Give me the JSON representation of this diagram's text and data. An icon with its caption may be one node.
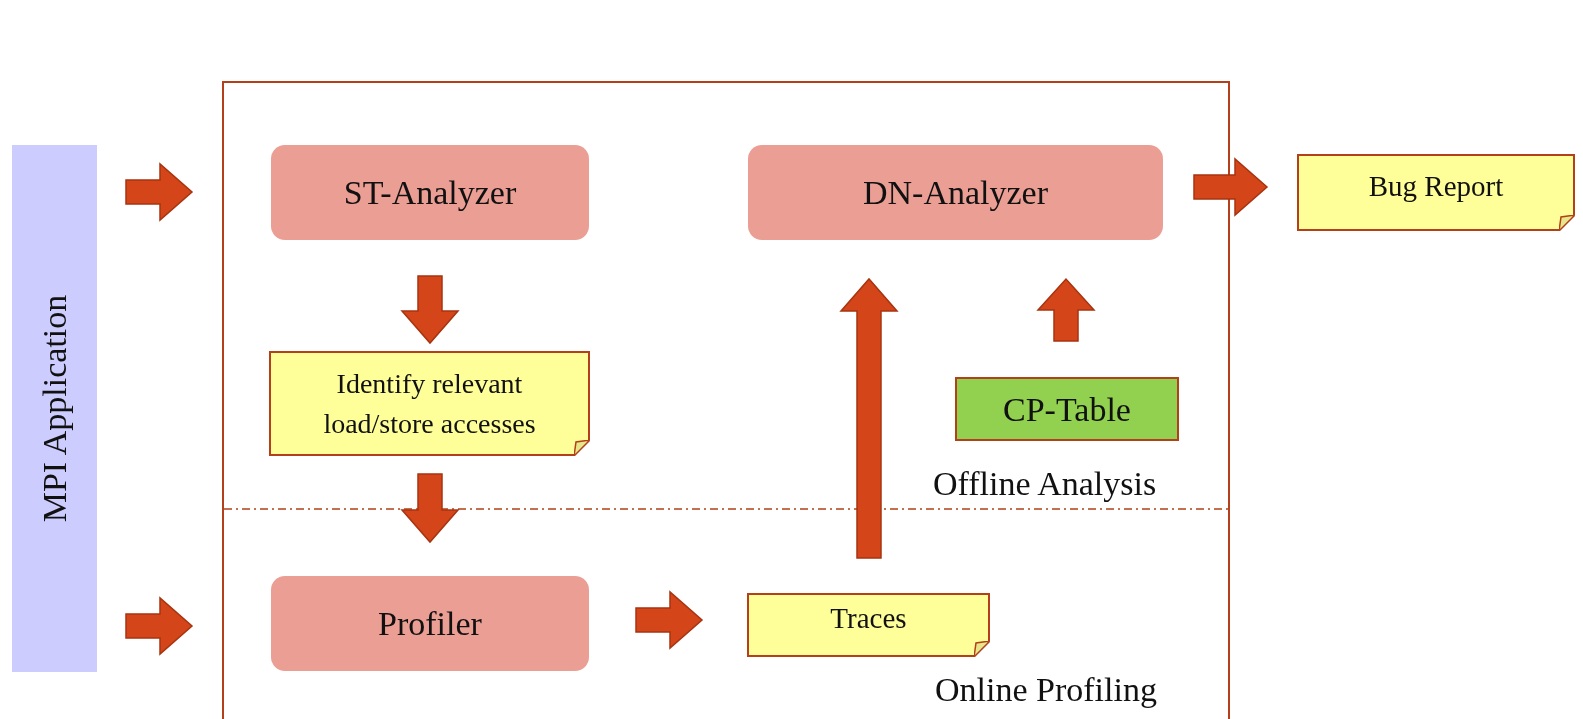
{
  "diagram": {
    "nodes": [
      {
        "text": [
          "MPI Application"
        ]
      },
      {
        "text": [],
        "shape": "box"
      },
      {
        "text": [
          "ST-Analyzer"
        ],
        "in": 1
      },
      {
        "text": [
          "DN-Analyzer"
        ],
        "in": 1
      },
      {
        "text": [
          "Bug Report"
        ]
      },
      {
        "text": [
          "Identify relevant load/store accesses"
        ],
        "in": 1
      },
      {
        "text": [
          "CP-Table"
        ],
        "in": 1
      },
      {
        "text": [
          "Profiler"
        ],
        "in": 1
      },
      {
        "text": [
          "Traces"
        ],
        "in": 1
      }
    ],
    "edges": [
      {
        "from": 0,
        "to": 1,
        "arrow": "to"
      },
      {
        "from": 0,
        "to": 1,
        "arrow": "to"
      },
      {
        "from": 2,
        "to": 5,
        "arrow": "to"
      },
      {
        "from": 5,
        "to": 7,
        "arrow": "to"
      },
      {
        "from": 7,
        "to": 8,
        "arrow": "to"
      },
      {
        "from": 8,
        "to": 3,
        "arrow": "to"
      },
      {
        "from": 6,
        "to": 3,
        "arrow": "to"
      },
      {
        "from": 3,
        "to": 4,
        "arrow": "to"
      }
    ],
    "labels": [
      "Offline Analysis",
      "Online Profiling"
    ]
  }
}
